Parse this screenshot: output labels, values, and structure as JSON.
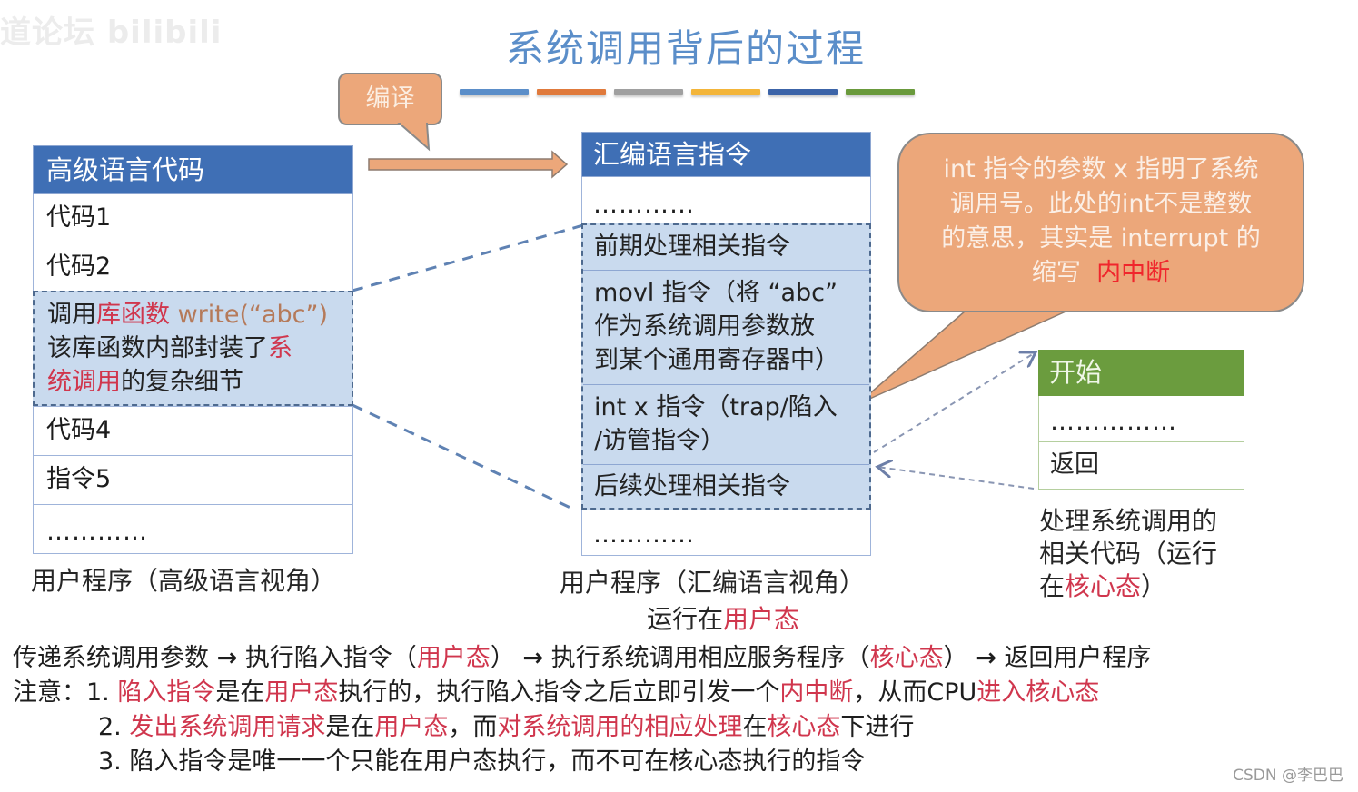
{
  "watermark": "道论坛 bilibili",
  "title": "系统调用背后的过程",
  "title_bar_colors": [
    "#5b8ec9",
    "#e07a3c",
    "#a0a0a0",
    "#f3b53a",
    "#3c64a8",
    "#6a9a3c"
  ],
  "compile_callout": "编译",
  "left_table": {
    "header": "高级语言代码",
    "rows": [
      "代码1",
      "代码2"
    ],
    "highlight": {
      "prefix": "调用",
      "lib_func": "库函数",
      "call": " write(“abc”)",
      "line2_prefix": "该库函数内部封装了",
      "syscall_a": "系",
      "syscall_b": "统调用",
      "suffix": "的复杂细节"
    },
    "rows_after": [
      "代码4",
      "指令5",
      "…………"
    ],
    "caption": "用户程序（高级语言视角）"
  },
  "mid_table": {
    "header": "汇编语言指令",
    "top_dots": "…………",
    "rows": [
      "前期处理相关指令",
      "movl 指令（将 “abc” 作为系统调用参数放 到某个通用寄存器中）",
      "int x 指令（trap/陷入 /访管指令）",
      "后续处理相关指令"
    ],
    "movl_lines": [
      "movl 指令（将 “abc”",
      "作为系统调用参数放",
      "到某个通用寄存器中）"
    ],
    "int_lines": [
      "int x 指令（trap/陷入",
      "/访管指令）"
    ],
    "bottom_dots": "…………",
    "caption": "用户程序（汇编语言视角）",
    "caption2_prefix": "运行在",
    "caption2_highlight": "用户态"
  },
  "int_callout": {
    "lines": [
      "int 指令的参数 x 指明了系统",
      "调用号。此处的int不是整数",
      "的意思，其实是 interrupt 的"
    ],
    "last_prefix": "缩写",
    "last_highlight": "内中断"
  },
  "kernel_table": {
    "header": "开始",
    "dots": "……………",
    "row": "返回",
    "caption_lines": [
      "处理系统调用的",
      "相关代码（运行"
    ],
    "caption_last_prefix": "在",
    "caption_last_highlight": "核心态",
    "caption_last_suffix": "）"
  },
  "flow": {
    "s1": "传递系统调用参数",
    "arrow": "→",
    "s2": "执行陷入指令（",
    "s2_mode": "用户态",
    "s2_end": "）",
    "s3": "执行系统调用相应服务程序（",
    "s3_mode": "核心态",
    "s3_end": "）",
    "s4": "返回用户程序"
  },
  "notes": {
    "label": "注意：",
    "n1": {
      "num": "1. ",
      "a": "陷入指令",
      "b": "是在",
      "c": "用户态",
      "d": "执行的，执行陷入指令之后立即引发一个",
      "e": "内中断",
      "f": "，从而CPU",
      "g": "进入核心态"
    },
    "n2": {
      "num": "2. ",
      "a": "发出系统调用请求",
      "b": "是在",
      "c": "用户态",
      "d": "，而",
      "e": "对系统调用的相应处理",
      "f": "在",
      "g": "核心态",
      "h": "下进行"
    },
    "n3": "3. 陷入指令是唯一一个只能在用户态执行，而不可在核心态执行的指令"
  },
  "credit": "CSDN @李巴巴",
  "colors": {
    "accent_blue": "#3f6fb5",
    "highlight_red": "#d0364d",
    "callout_orange": "#eca77a",
    "kernel_green": "#6b9c3e"
  }
}
